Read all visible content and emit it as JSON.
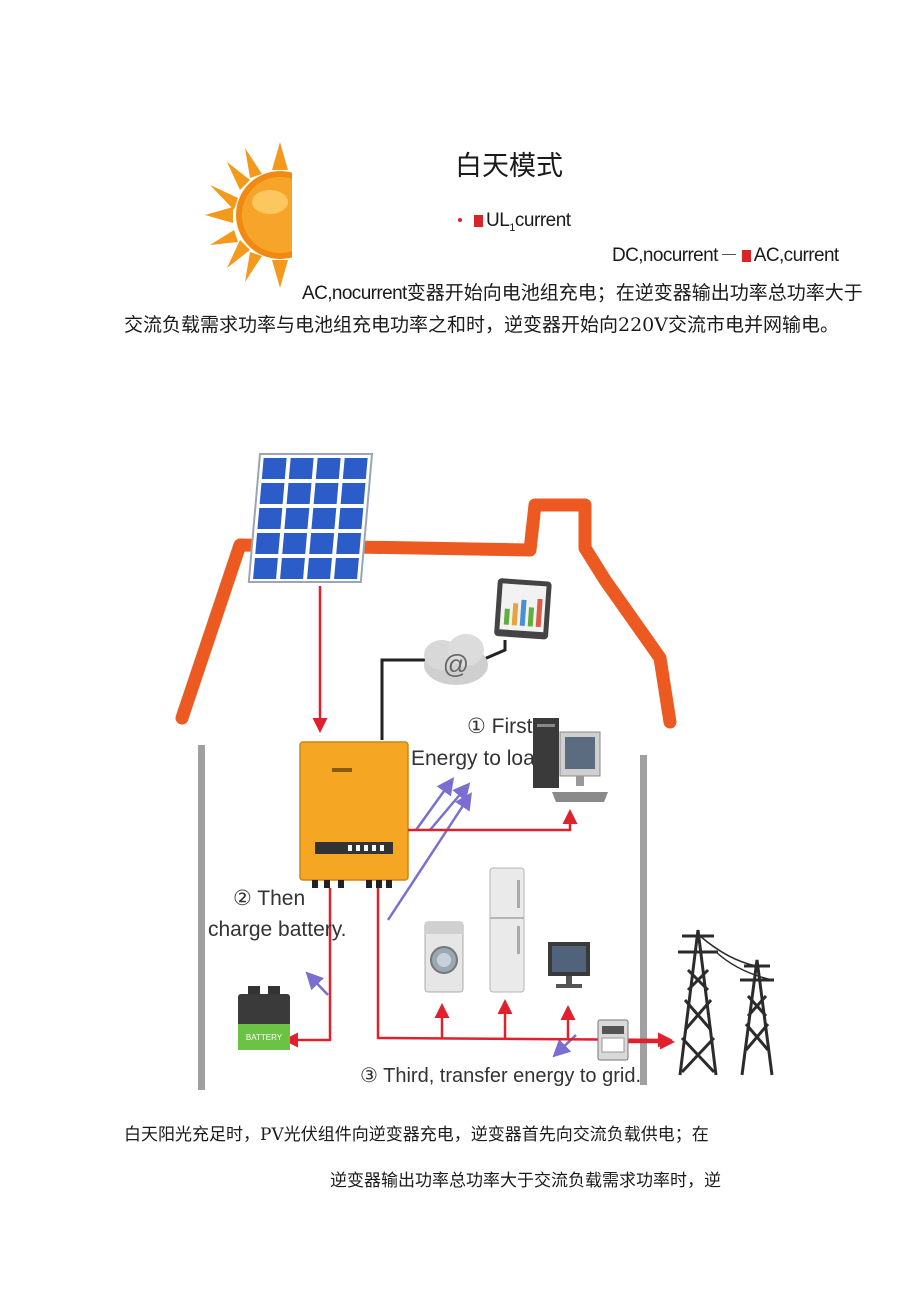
{
  "header": {
    "title": "白天模式",
    "legend_ul_prefix": "UL",
    "legend_ul_sub": "1",
    "legend_ul_suffix": "current",
    "legend_dc": "DC,nocurrent",
    "legend_ac_current": "AC,current",
    "legend_ac_nocurrent": "AC,nocurrent"
  },
  "intro": {
    "line1_tail": "变器开始向电池组充电；在逆变器输出功率总功率大于",
    "line2": "交流负载需求功率与电池组充电功率之和时，逆变器开始向220V交流市电并网输电。"
  },
  "diagram": {
    "step1_line1": "① First,",
    "step1_line2": "Energy to load.",
    "step2_line1": "② Then",
    "step2_line2": "charge battery.",
    "step3": "③ Third, transfer energy to grid.",
    "cloud_symbol": "@",
    "battery_label": "BATTERY",
    "icons": [
      "solar-panel-icon",
      "inverter-icon",
      "tablet-icon",
      "cloud-icon",
      "computer-icon",
      "washing-machine-icon",
      "fridge-icon",
      "tv-icon",
      "battery-icon",
      "meter-icon",
      "pylon-icon"
    ],
    "colors": {
      "roof": "#ec5a21",
      "power_line": "#e0202c",
      "energy_arrow": "#7a6fd0",
      "inverter": "#f5a623",
      "panel": "#2b5cc8"
    }
  },
  "body": {
    "para1": "白天阳光充足时，PV光伏组件向逆变器充电，逆变器首先向交流负载供电；在",
    "para2": "逆变器输出功率总功率大于交流负载需求功率时，逆"
  }
}
